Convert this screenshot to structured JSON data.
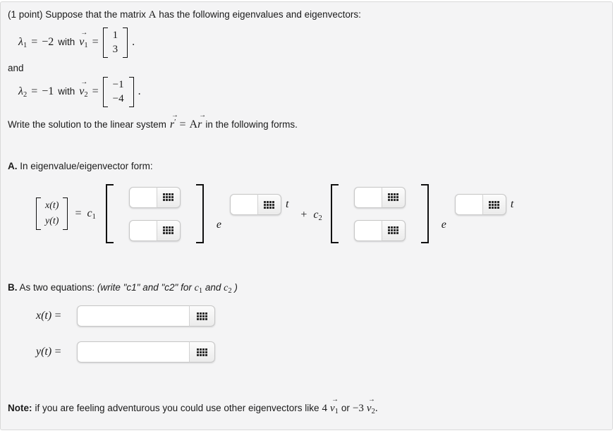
{
  "colors": {
    "panel_bg": "#f4f4f5",
    "panel_border": "#d9d9d9",
    "input_border": "#c6c6c6",
    "button_gradient_top": "#fcfcfc",
    "button_gradient_bottom": "#ebebeb",
    "keypad_icon": "#2d2d2d",
    "text": "#1a1a1a"
  },
  "symbols": {
    "vec_arrow": "→",
    "prime": "′"
  },
  "intro": {
    "prefix": "(1 point) Suppose that the matrix",
    "matrix_symbol": "A",
    "suffix": "has the following eigenvalues and eigenvectors:"
  },
  "eigen1": {
    "lambda": "λ",
    "lambda_sub": "1",
    "eq": "=",
    "value": "−2",
    "with_word": "with",
    "vec_letter": "v",
    "vec_sub": "1",
    "entries": [
      "1",
      "3"
    ],
    "period": "."
  },
  "and_word": "and",
  "eigen2": {
    "lambda": "λ",
    "lambda_sub": "2",
    "eq": "=",
    "value": "−1",
    "with_word": "with",
    "vec_letter": "v",
    "vec_sub": "2",
    "entries": [
      "−1",
      "−4"
    ],
    "period": "."
  },
  "system_line": {
    "prefix": "Write the solution to the linear system",
    "r_letter": "r",
    "prime": "′",
    "eq": "=",
    "matrix_symbol": "A",
    "r_letter2": "r",
    "suffix": "in the following forms."
  },
  "section_a": {
    "label": "A.",
    "title": "In eigenvalue/eigenvector form:",
    "lhs_rows": [
      "x(t)",
      "y(t)"
    ],
    "eq": "=",
    "c_letter": "c",
    "c1_sub": "1",
    "c2_sub": "2",
    "e_letter": "e",
    "t_letter": "t",
    "plus": "+"
  },
  "section_b": {
    "label": "B.",
    "title": "As two equations:",
    "hint_prefix": "(write \"c1\" and \"c2\" for",
    "c_letter": "c",
    "c1_sub": "1",
    "and_word": "and",
    "c2_sub": "2",
    "hint_suffix": ")",
    "row1_label": "x(t)",
    "row2_label": "y(t)",
    "eq": "="
  },
  "note": {
    "label": "Note:",
    "body": "if you are feeling adventurous you could use other eigenvectors like",
    "coef1": "4",
    "vec_letter": "v",
    "vec1_sub": "1",
    "or_word": "or",
    "coef2": "−3",
    "vec2_sub": "2",
    "period": "."
  },
  "answers": {
    "a_vec1_row1": "",
    "a_vec1_row2": "",
    "a_exp1": "",
    "a_vec2_row1": "",
    "a_vec2_row2": "",
    "a_exp2": "",
    "b_x": "",
    "b_y": ""
  }
}
